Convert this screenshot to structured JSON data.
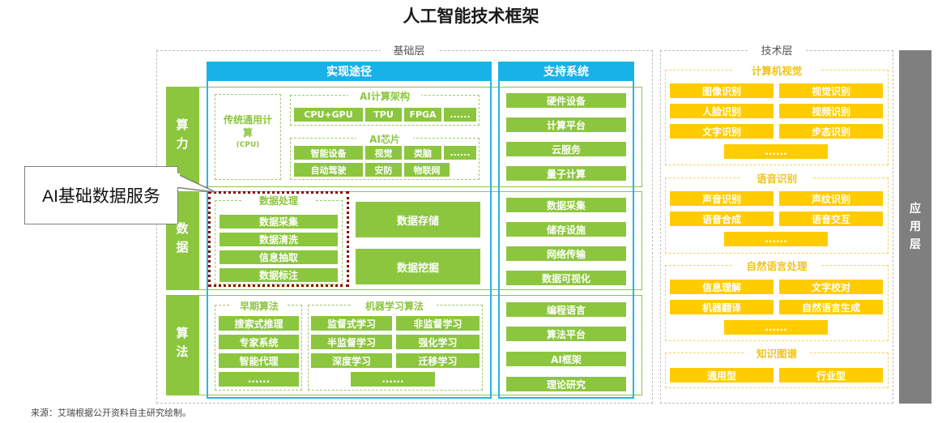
{
  "title": "人工智能技术框架",
  "foundation_label": "基础层",
  "tech_label": "技术层",
  "app_label": "应\n用\n层",
  "impl_header": "实现途径",
  "support_header": "支持系统",
  "rows": {
    "compute": "算力",
    "data": "数据",
    "algo": "算法"
  },
  "compute": {
    "traditional": "传统通用计算",
    "traditional_sub": "(CPU)",
    "ai_arch_title": "AI计算架构",
    "ai_arch_items": [
      "CPU+GPU",
      "TPU",
      "FPGA",
      "......"
    ],
    "ai_chip_title": "AI芯片",
    "ai_chip_row1": [
      "智能设备",
      "视觉",
      "类脑",
      "......"
    ],
    "ai_chip_row2": [
      "自动驾驶",
      "安防",
      "物联网"
    ]
  },
  "data": {
    "processing_title": "数据处理",
    "processing_items": [
      "数据采集",
      "数据清洗",
      "信息抽取",
      "数据标注"
    ],
    "storage": "数据存储",
    "mining": "数据挖掘"
  },
  "algo": {
    "early_title": "早期算法",
    "early_items": [
      "搜索式推理",
      "专家系统",
      "智能代理",
      "......"
    ],
    "ml_title": "机器学习算法",
    "ml_items": [
      "监督式学习",
      "非监督学习",
      "半监督学习",
      "强化学习",
      "深度学习",
      "迁移学习",
      "......"
    ]
  },
  "support": {
    "compute": [
      "硬件设备",
      "计算平台",
      "云服务",
      "量子计算"
    ],
    "data": [
      "数据采集",
      "储存设施",
      "网络传输",
      "数据可视化"
    ],
    "algo": [
      "编程语言",
      "算法平台",
      "AI框架",
      "理论研究"
    ]
  },
  "tech": {
    "cv_title": "计算机视觉",
    "cv_items": [
      "图像识别",
      "视觉识别",
      "人脸识别",
      "视频识别",
      "文字识别",
      "步态识别",
      "......"
    ],
    "speech_title": "语音识别",
    "speech_items": [
      "声音识别",
      "声纹识别",
      "语音合成",
      "语音交互",
      "......"
    ],
    "nlp_title": "自然语言处理",
    "nlp_items": [
      "信息理解",
      "文字校对",
      "机器翻译",
      "自然语言生成",
      "......"
    ],
    "kg_title": "知识图谱",
    "kg_items": [
      "通用型",
      "行业型"
    ]
  },
  "callout": "AI基础数据服务",
  "source": "来源：艾瑞根据公开资料自主研究绘制。",
  "colors": {
    "green": "#8cc63f",
    "blue": "#19b2e8",
    "yellow": "#ffcc00",
    "grey": "#7f7f7f",
    "highlight": "#8b0000"
  }
}
